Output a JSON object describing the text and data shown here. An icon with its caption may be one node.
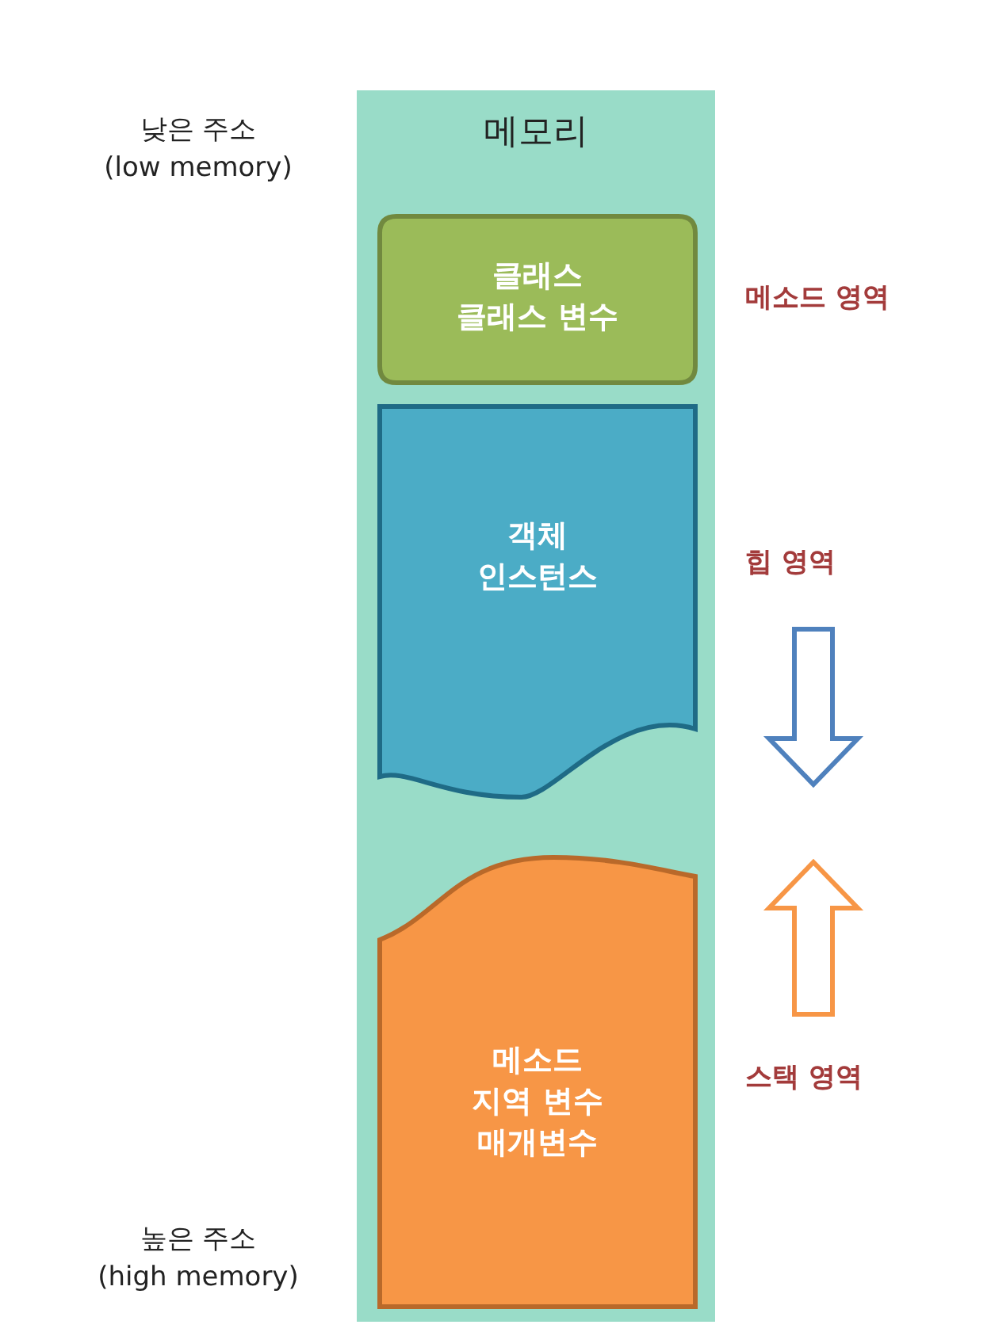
{
  "diagram": {
    "nodes": [
      {
        "text": [
          "메모리"
        ]
      },
      {
        "text": [
          "클래스 클래스 변수"
        ],
        "in": 0,
        "beside": [
          "메소드 영역"
        ]
      },
      {
        "text": [
          "객체 인스턴스"
        ],
        "in": 0,
        "beside": [
          "힙 영역"
        ]
      },
      {
        "text": [
          "메소드 지역 변수 매개변수"
        ],
        "in": 0,
        "beside": [
          "스택 영역"
        ]
      }
    ],
    "edges": [],
    "labels": [
      "낮은 주소",
      "(low memory)",
      "높은 주소",
      "(high memory)"
    ]
  }
}
